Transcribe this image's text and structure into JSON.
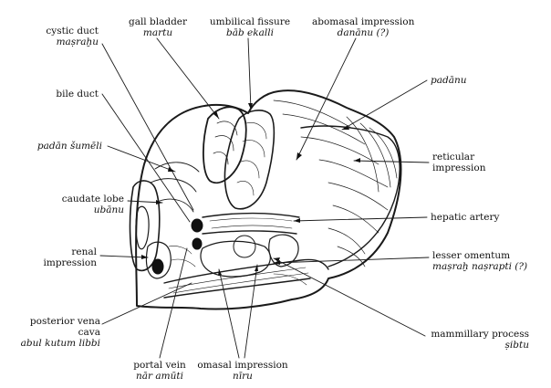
{
  "labels": {
    "gall_bladder": {
      "en": "gall bladder",
      "ak": "martu"
    },
    "umbilical_fissure": {
      "en": "umbilical fissure",
      "ak": "bāb ekalli"
    },
    "abomasal_impression": {
      "en": "abomasal impression",
      "ak": "danānu (?)"
    },
    "cystic_duct": {
      "en": "cystic duct",
      "ak": "maṣraḫu"
    },
    "padanu": {
      "ak": "padānu"
    },
    "bile_duct": {
      "en": "bile duct"
    },
    "padan_sumeli": {
      "ak": "padān šumēli"
    },
    "reticular_impression": {
      "en1": "reticular",
      "en2": "impression"
    },
    "caudate_lobe": {
      "en": "caudate lobe",
      "ak": "ubānu"
    },
    "hepatic_artery": {
      "en": "hepatic artery"
    },
    "renal_impression": {
      "en1": "renal",
      "en2": "impression"
    },
    "lesser_omentum": {
      "en": "lesser omentum",
      "ak": "maṣraḫ naṣrapti (?)"
    },
    "posterior_vena_cava": {
      "en1": "posterior vena",
      "en2": "cava",
      "ak": "abul kutum libbi"
    },
    "mammillary_process": {
      "en": "mammillary process",
      "ak": "ṣibtu"
    },
    "portal_vein": {
      "en": "portal vein",
      "ak": "nār amūti"
    },
    "omasal_impression": {
      "en": "omasal impression",
      "ak": "nīru"
    }
  }
}
